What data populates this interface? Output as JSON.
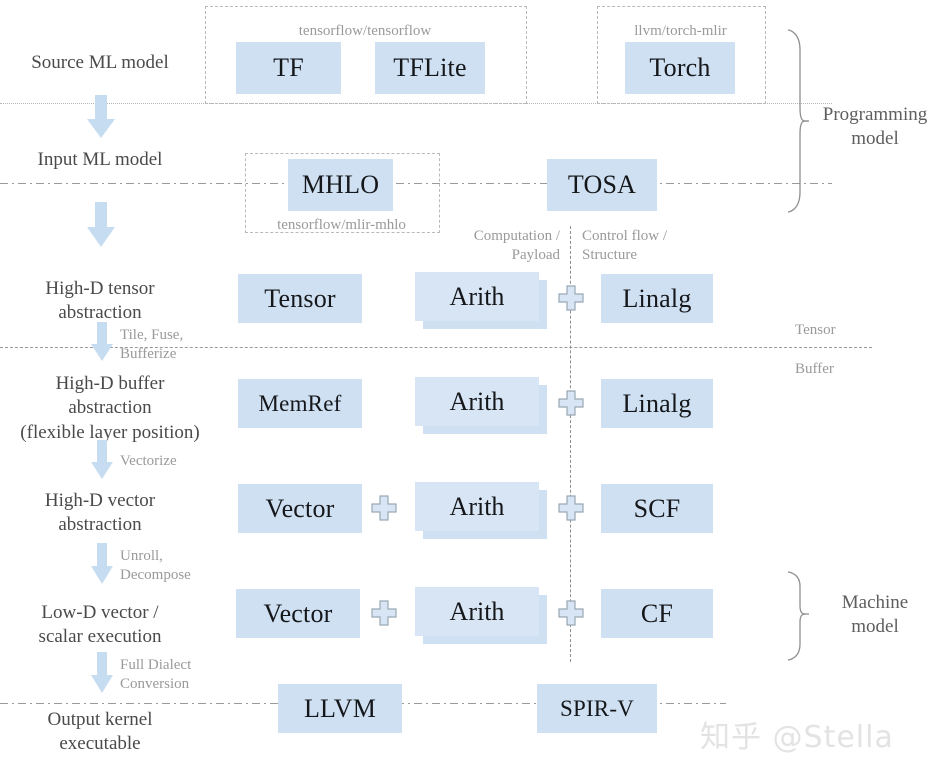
{
  "diagram": {
    "title": "MLIR lowering pipeline for ML models",
    "colors": {
      "box_fill": "#cfe0f2",
      "box_fill_front": "#d7e5f4",
      "arrow_fill": "#c6dcf0",
      "line": "#9a9a9a",
      "note_text": "#9a9a9a",
      "label_text": "#4a4a4a"
    },
    "rows": [
      {
        "label": "Source ML model"
      },
      {
        "label": "Input ML model"
      },
      {
        "label": "High-D tensor\nabstraction"
      },
      {
        "label": "High-D buffer\nabstraction\n(flexible layer position)"
      },
      {
        "label": "High-D vector\nabstraction"
      },
      {
        "label": "Low-D vector /\nscalar execution"
      },
      {
        "label": "Output kernel\nexecutable"
      }
    ],
    "boxes": {
      "tf": "TF",
      "tflite": "TFLite",
      "torch": "Torch",
      "mhlo": "MHLO",
      "tosa": "TOSA",
      "tensor": "Tensor",
      "arith_tensor": "Arith",
      "linalg_tensor": "Linalg",
      "memref": "MemRef",
      "arith_buffer": "Arith",
      "linalg_buffer": "Linalg",
      "vector_high": "Vector",
      "arith_vector": "Arith",
      "scf": "SCF",
      "vector_low": "Vector",
      "arith_low": "Arith",
      "cf": "CF",
      "llvm": "LLVM",
      "spirv": "SPIR-V"
    },
    "repos": {
      "tensorflow": "tensorflow/tensorflow",
      "torch_mlir": "llvm/torch-mlir",
      "mlir_mhlo": "tensorflow/mlir-mhlo"
    },
    "column_notes": {
      "computation": "Computation /\nPayload",
      "control_flow": "Control flow /\nStructure"
    },
    "side_notes": {
      "tensor": "Tensor",
      "buffer": "Buffer"
    },
    "transitions": [
      {
        "label": "Tile, Fuse,\nBufferize"
      },
      {
        "label": "Vectorize"
      },
      {
        "label": "Unroll,\nDecompose"
      },
      {
        "label": "Full Dialect\nConversion"
      }
    ],
    "braces": [
      {
        "label": "Programming\nmodel"
      },
      {
        "label": "Machine\nmodel"
      }
    ],
    "watermark": "知乎 @Stella"
  }
}
